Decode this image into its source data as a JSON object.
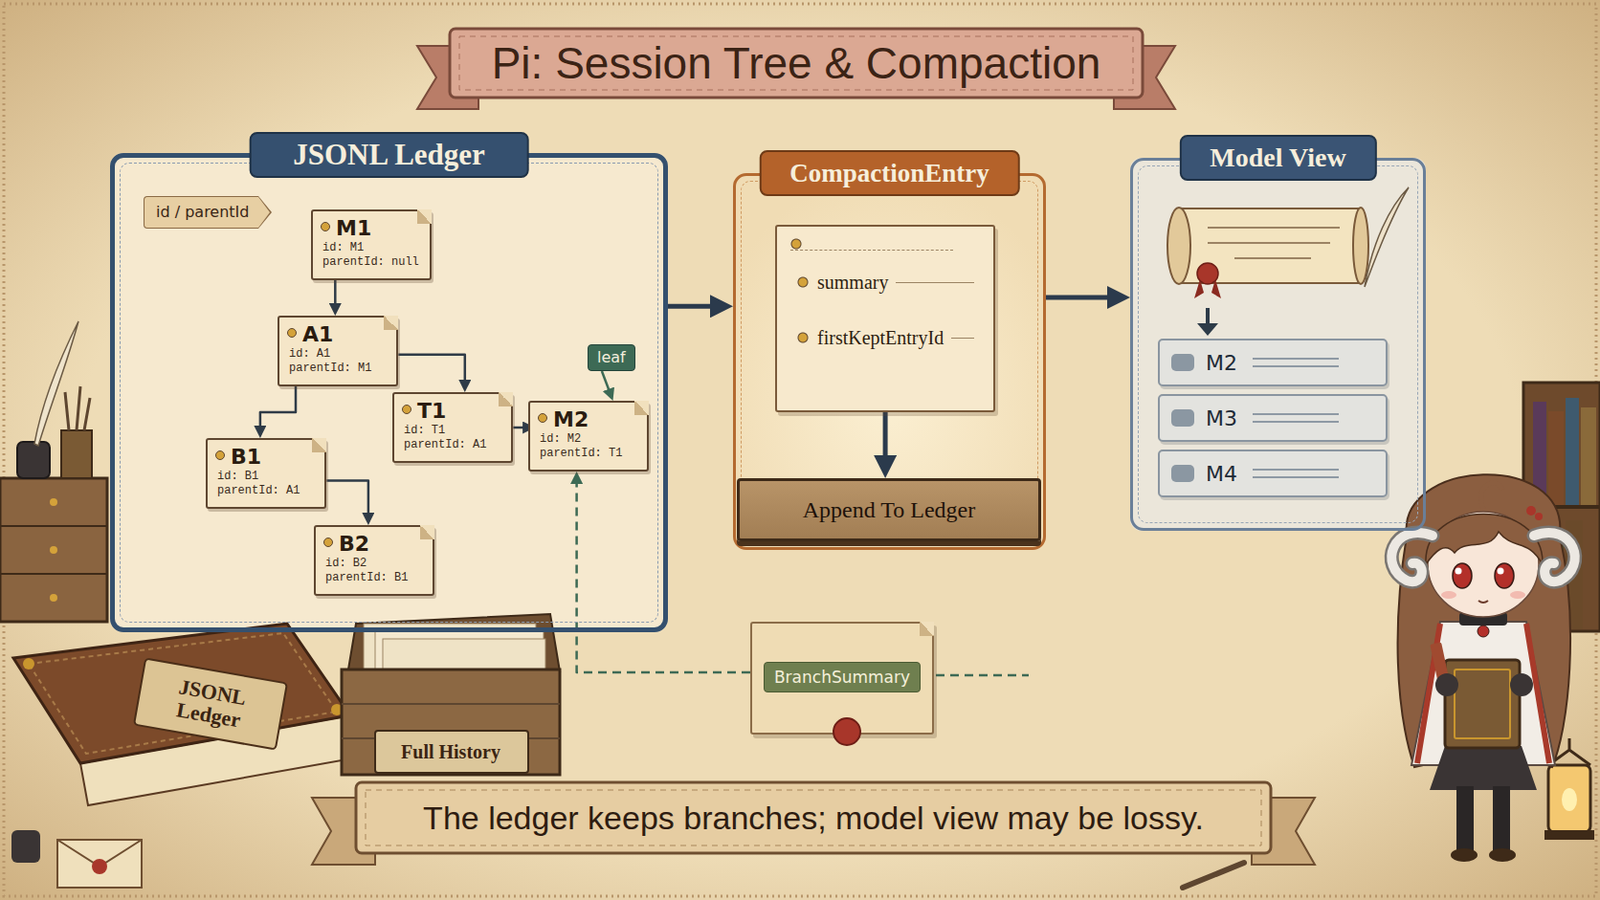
{
  "diagram": {
    "title": "Pi: Session Tree & Compaction",
    "caption": "The ledger keeps branches; model view may be lossy.",
    "nodes": [
      {
        "text": [
          "JSONL Ledger"
        ]
      },
      {
        "text": [
          "id / parentId"
        ],
        "in": 0
      },
      {
        "text": [
          "M1",
          "id: M1 parentId: null"
        ],
        "in": 0
      },
      {
        "text": [
          "A1",
          "id: A1 parentId: M1"
        ],
        "in": 0
      },
      {
        "text": [
          "T1",
          "id: T1 parentId: A1"
        ],
        "in": 0
      },
      {
        "text": [
          "M2",
          "id: M2 parentId: T1"
        ],
        "in": 0
      },
      {
        "text": [
          "B1",
          "id: B1 parentId: A1"
        ],
        "in": 0
      },
      {
        "text": [
          "B2",
          "id: B2 parentId: B1"
        ],
        "in": 0
      },
      {
        "text": [
          "leaf"
        ],
        "in": 0
      },
      {
        "text": [
          "CompactionEntry"
        ]
      },
      {
        "text": [
          "summary",
          "firstKeptEntryId"
        ],
        "in": 9
      },
      {
        "text": [
          "Append To Ledger"
        ],
        "in": 9
      },
      {
        "text": [
          "Model View"
        ]
      },
      {
        "text": [
          "M2"
        ],
        "in": 12
      },
      {
        "text": [
          "M3"
        ],
        "in": 12
      },
      {
        "text": [
          "M4"
        ],
        "in": 12
      },
      {
        "text": [
          "BranchSummary"
        ]
      }
    ],
    "edges": [
      {
        "from": 2,
        "to": 3,
        "arrow": "to"
      },
      {
        "from": 3,
        "to": 4,
        "arrow": "to"
      },
      {
        "from": 4,
        "to": 5,
        "arrow": "to"
      },
      {
        "from": 3,
        "to": 6,
        "arrow": "to"
      },
      {
        "from": 6,
        "to": 7,
        "arrow": "to"
      },
      {
        "from": 8,
        "to": 5,
        "arrow": "to"
      },
      {
        "from": 0,
        "to": 9,
        "arrow": "to"
      },
      {
        "from": 9,
        "to": 12,
        "arrow": "to"
      },
      {
        "from": 10,
        "to": 11,
        "arrow": "to"
      },
      {
        "from": 16,
        "to": 5,
        "arrow": "to"
      }
    ],
    "labels": [
      "JSONL Ledger",
      "Full History"
    ]
  }
}
